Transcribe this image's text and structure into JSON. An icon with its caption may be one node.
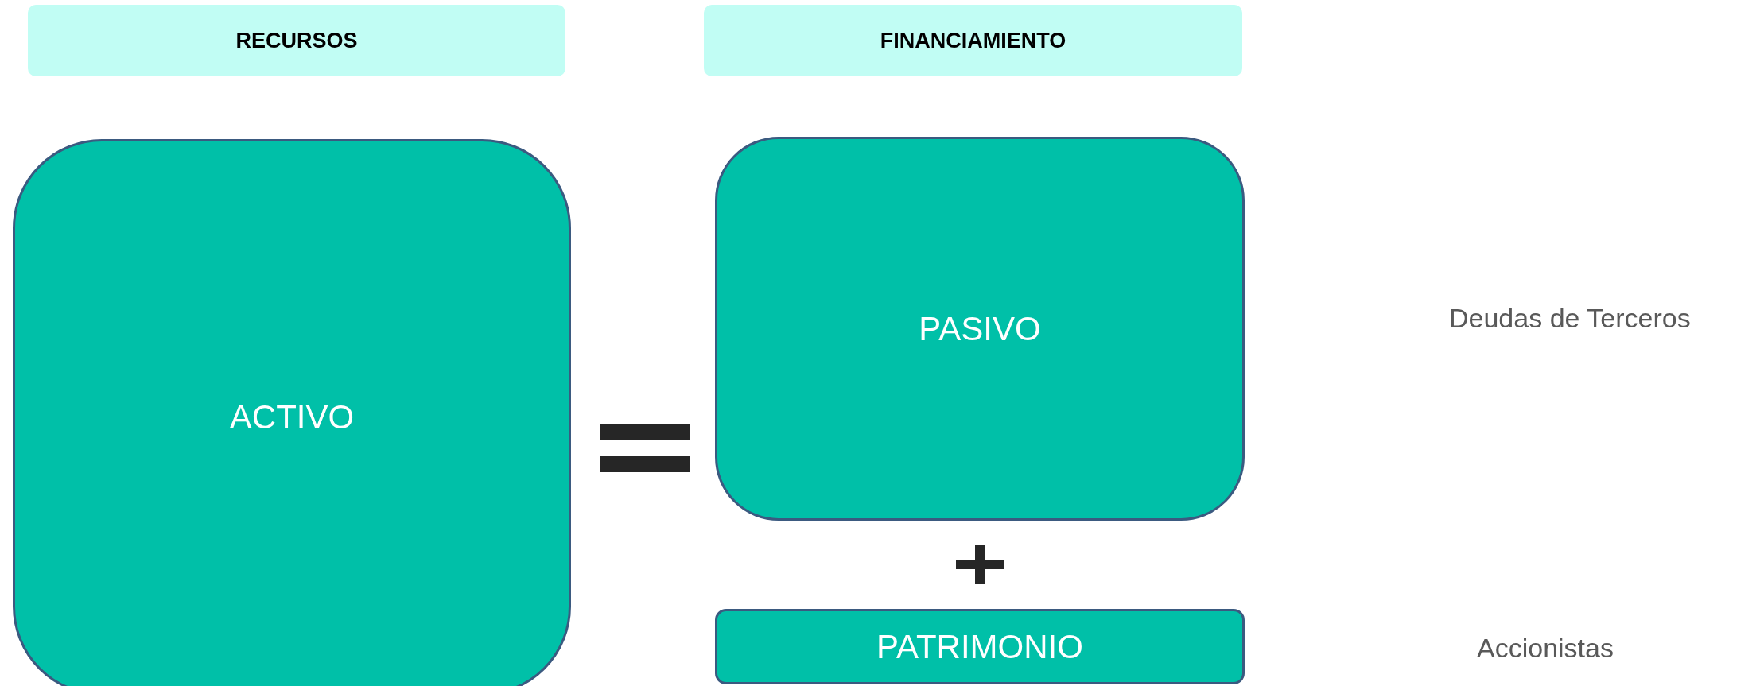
{
  "diagram": {
    "nodes": [
      {
        "text": [
          "RECURSOS"
        ]
      },
      {
        "text": [
          "FINANCIAMIENTO"
        ]
      },
      {
        "text": [
          "ACTIVO"
        ]
      },
      {
        "text": [
          "PASIVO"
        ]
      },
      {
        "text": [
          "PATRIMONIO"
        ]
      }
    ],
    "labels": [
      "Deudas de Terceros",
      "Accionistas"
    ]
  }
}
